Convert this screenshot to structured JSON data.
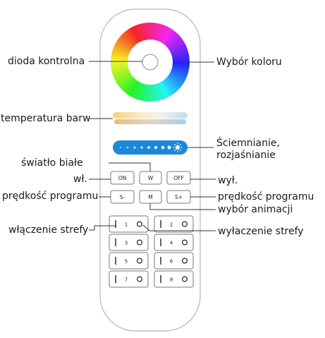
{
  "labels": {
    "indicator": "dioda kontrolna",
    "color_select": "Wybór koloru",
    "color_temp": "temperatura barw",
    "dimming_line1": "Ściemnianie,",
    "dimming_line2": "rozjaśnianie",
    "white_light": "światło białe",
    "on": "wł.",
    "off": "wył.",
    "speed_left": "prędkość programu",
    "speed_right": "prędkość programu",
    "animation": "wybór animacji",
    "zone_on": "włączenie strefy",
    "zone_off": "wyłaczenie strefy"
  },
  "buttons": {
    "on": "ON",
    "white": "W",
    "off": "OFF",
    "speed_down": "S-",
    "mode": "M",
    "speed_up": "S+"
  },
  "zones": [
    "1",
    "2",
    "3",
    "4",
    "5",
    "6",
    "7",
    "8"
  ],
  "colors": {
    "line": "#333333",
    "remote_outline": "#b5b5b5",
    "button_outline": "#7a7a7a",
    "dimmer_bar": "#1e88d8"
  }
}
